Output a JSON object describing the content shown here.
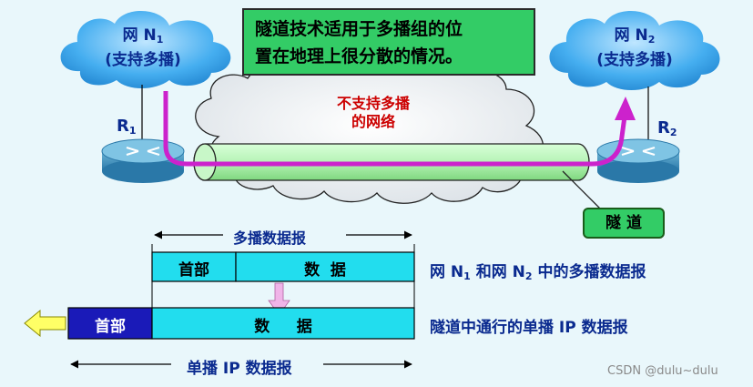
{
  "network_left": {
    "title": "网 N",
    "sub": "1",
    "subtitle": "(支持多播)"
  },
  "network_right": {
    "title": "网 N",
    "sub": "2",
    "subtitle": "(支持多播)"
  },
  "title": {
    "line1": "隧道技术适用于多播组的位",
    "line2": "置在地理上很分散的情况。"
  },
  "center_cloud": {
    "line1": "不支持多播",
    "line2": "的网络"
  },
  "router_left": {
    "label": "R",
    "sub": "1"
  },
  "router_right": {
    "label": "R",
    "sub": "2"
  },
  "tunnel_label": "隧 道",
  "multicast_datagram": {
    "span_label": "多播数据报",
    "header": "首部",
    "data": "数  据",
    "caption": {
      "p1": "网 N",
      "s1": "1",
      "p2": " 和网 N",
      "s2": "2",
      "p3": " 中的多播数据报"
    }
  },
  "unicast_datagram": {
    "header": "首部",
    "data": "数     据",
    "caption": "隧道中通行的单播 IP 数据报",
    "span_label": "单播 IP 数据报"
  },
  "watermark": "CSDN @dulu~dulu",
  "colors": {
    "background": "#e9f7fb",
    "cloud_blue": "#2e9fe0",
    "tunnel_green": "#33cc66",
    "arrow_magenta": "#cc22cc",
    "header_blue": "#1a1ab8",
    "datagram_cyan": "#22ddee"
  }
}
